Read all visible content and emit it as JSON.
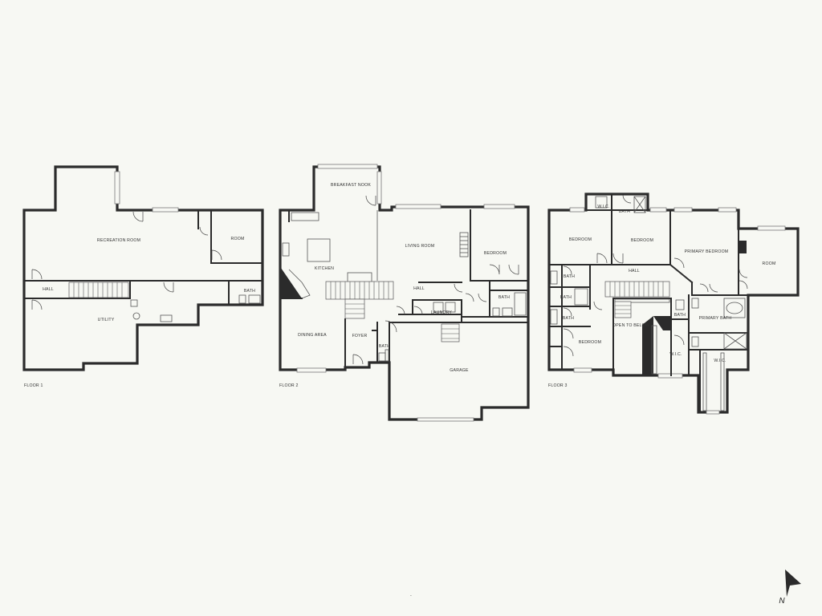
{
  "floors": [
    {
      "title": "FLOOR 1",
      "rooms": [
        "RECREATION ROOM",
        "ROOM",
        "HALL",
        "BATH",
        "UTILITY"
      ]
    },
    {
      "title": "FLOOR 2",
      "rooms": [
        "BREAKFAST NOOK",
        "KITCHEN",
        "LIVING ROOM",
        "BEDROOM",
        "HALL",
        "BATH",
        "LAUNDRY",
        "DINING AREA",
        "FOYER",
        "BATH",
        "GARAGE"
      ]
    },
    {
      "title": "FLOOR 3",
      "rooms": [
        "W.I.C.",
        "BATH",
        "BEDROOM",
        "BEDROOM",
        "PRIMARY BEDROOM",
        "ROOM",
        "HALL",
        "BATH",
        "BATH",
        "BATH",
        "OPEN TO BELOW",
        "BEDROOM",
        "BATH",
        "PRIMARY BATH",
        "W.I.C.",
        "W.I.C."
      ]
    }
  ],
  "compass": {
    "label": "N",
    "icon": "north-arrow-icon"
  },
  "footer_mark": "-",
  "colors": {
    "background": "#f7f8f3",
    "walls": "#2b2b2b"
  }
}
